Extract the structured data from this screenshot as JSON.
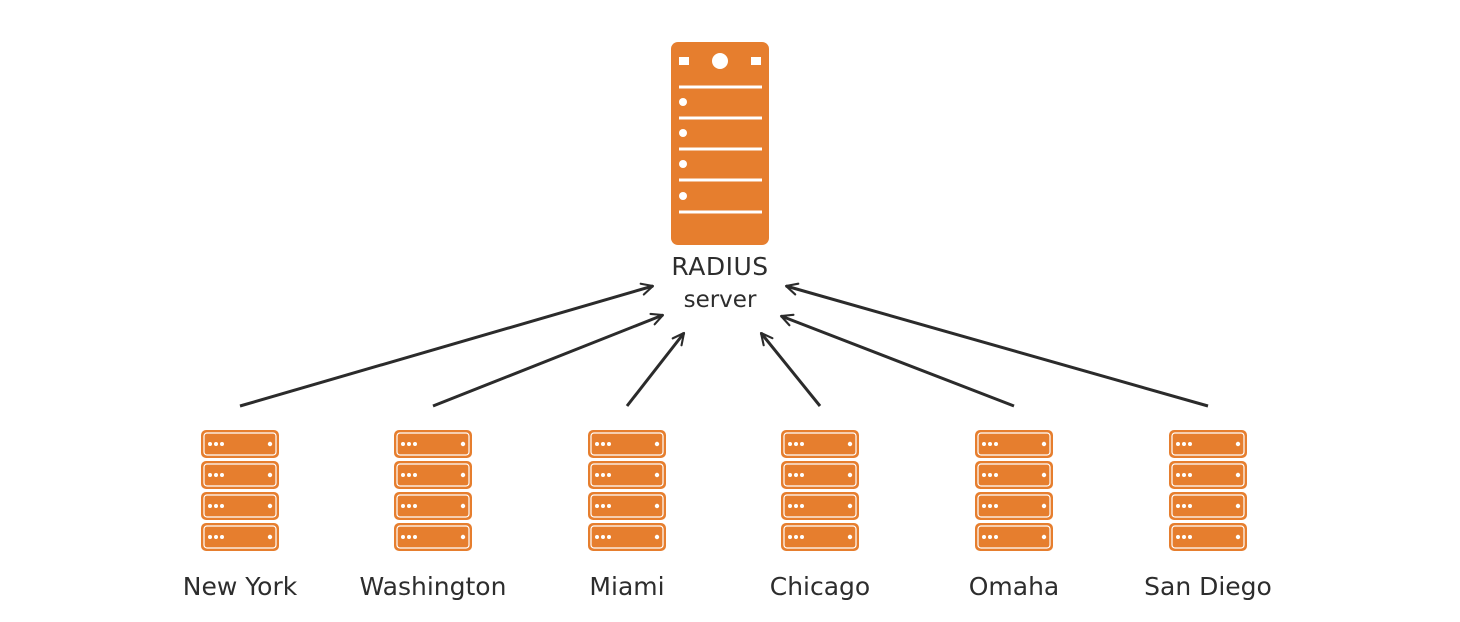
{
  "central_server": {
    "icon": "server-tower-icon",
    "label_line1": "RADIUS",
    "label_line2": "server"
  },
  "branches": [
    {
      "name": "New York",
      "icon": "server-rack-icon"
    },
    {
      "name": "Washington",
      "icon": "server-rack-icon"
    },
    {
      "name": "Miami",
      "icon": "server-rack-icon"
    },
    {
      "name": "Chicago",
      "icon": "server-rack-icon"
    },
    {
      "name": "Omaha",
      "icon": "server-rack-icon"
    },
    {
      "name": "San Diego",
      "icon": "server-rack-icon"
    }
  ],
  "colors": {
    "server": "#E67E2E",
    "server_highlight": "#ffffff",
    "arrow": "#2b2b2b",
    "text": "#2d2d2d"
  }
}
